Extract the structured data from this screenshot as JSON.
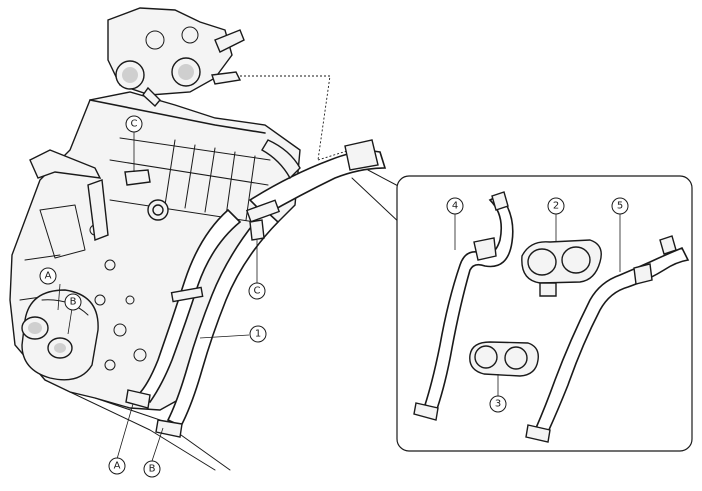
{
  "callouts": {
    "c1": "1",
    "c2": "2",
    "c3": "3",
    "c4": "4",
    "c5": "5",
    "a_upper": "A",
    "b_upper": "B",
    "a_lower": "A",
    "b_lower": "B",
    "c_upper": "C",
    "c_lower": "C"
  }
}
